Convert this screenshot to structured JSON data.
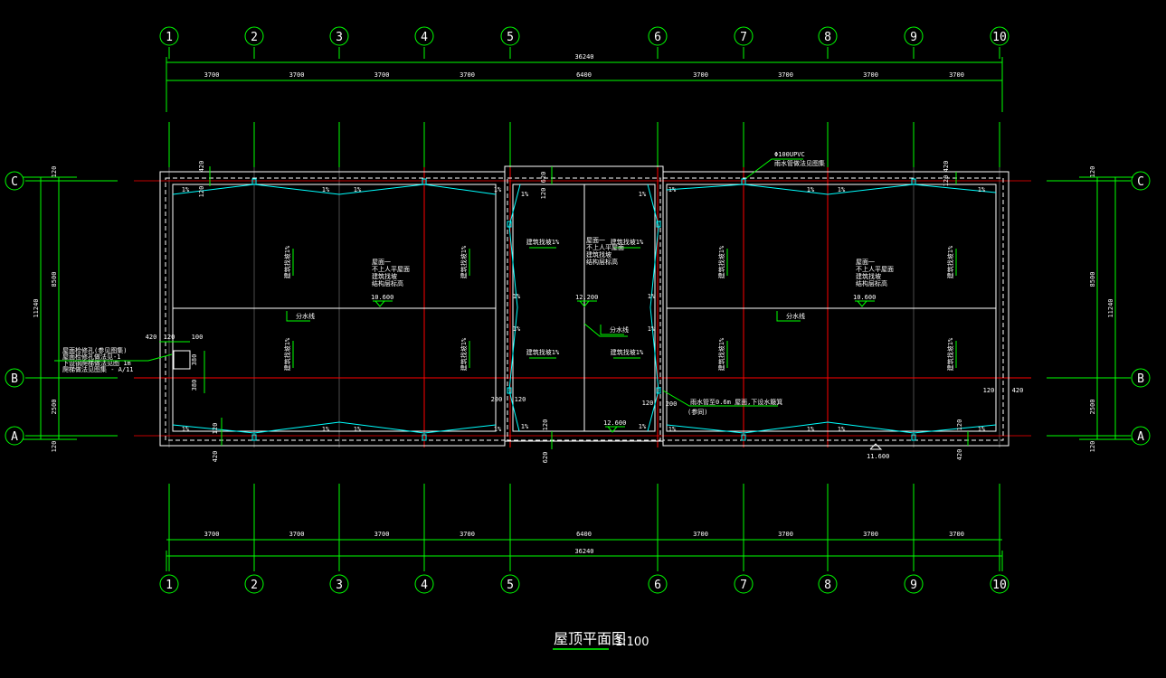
{
  "drawing": {
    "title": "屋顶平面图",
    "scale": "1:100",
    "colors": {
      "background": "#000000",
      "grid": "#00ff00",
      "axis_red": "#ff0000",
      "outline": "#ffffff",
      "slope": "#00ffff"
    }
  },
  "axes": {
    "columns": [
      "1",
      "2",
      "3",
      "4",
      "5",
      "6",
      "7",
      "8",
      "9",
      "10"
    ],
    "rows": [
      "C",
      "B",
      "A"
    ]
  },
  "dimensions": {
    "top_total": "36240",
    "top_spans": [
      "3700",
      "3700",
      "3700",
      "3700",
      "6400",
      "3700",
      "3700",
      "3700",
      "3700"
    ],
    "bottom_total": "36240",
    "bottom_spans": [
      "3700",
      "3700",
      "3700",
      "3700",
      "6400",
      "3700",
      "3700",
      "3700",
      "3700"
    ],
    "left": {
      "total": "11240",
      "upper": "8500",
      "lower": "2500",
      "top_offset": "120",
      "bottom_offset": "120"
    },
    "right": {
      "total": "11240",
      "upper": "8500",
      "lower": "2500",
      "top_offset": "120",
      "bottom_offset": "120"
    },
    "misc": {
      "d420_tl": "420",
      "d120_tl": "120",
      "d420_bl": "420",
      "d120_bl": "120",
      "d620_top": "620",
      "d120_top": "120",
      "d620_bot": "620",
      "d120_bot": "120",
      "d120_mid_l": "120",
      "d200_mid_l": "200",
      "d120_mid_r": "120",
      "d200_mid_r": "200",
      "d420_tr": "420",
      "d120_tr": "120",
      "d420_br": "420",
      "d120_br": "120",
      "d120_r": "120",
      "d420_r": "420",
      "hatch_w1": "420",
      "hatch_w2": "120",
      "hatch_w3": "100",
      "hatch_h": "380",
      "hatch_h2": "380"
    }
  },
  "annotations": {
    "roof_left": [
      "屋面一",
      "不上人平屋面",
      "建筑找坡",
      "结构层标高"
    ],
    "roof_mid": [
      "屋面一",
      "不上人平屋面",
      "建筑找坡",
      "结构层标高"
    ],
    "roof_right": [
      "屋面一",
      "不上人平屋面",
      "建筑找坡",
      "结构层标高"
    ],
    "elev_left": "10.600",
    "elev_mid": "12.200",
    "elev_mid_bottom": "12.600",
    "elev_right": "10.600",
    "elev_right_bottom": "11.600",
    "ridge": "分水线",
    "slope_note": "建筑找坡1%",
    "slope_pct": "1%",
    "downpipe": "雨水管至0.6m  屋面,下设水簸箕",
    "downpipe_sub": "(参同)",
    "pipe_top": "Φ100UPVC",
    "pipe_top_sub": "雨水管做法见图集",
    "hatch_note": [
      "屋面检修孔(参见图集)",
      "屋面检修孔做法见-1",
      "下设钢爬梯做法见图 1m",
      "爬梯做法见图集 - A/11"
    ]
  }
}
